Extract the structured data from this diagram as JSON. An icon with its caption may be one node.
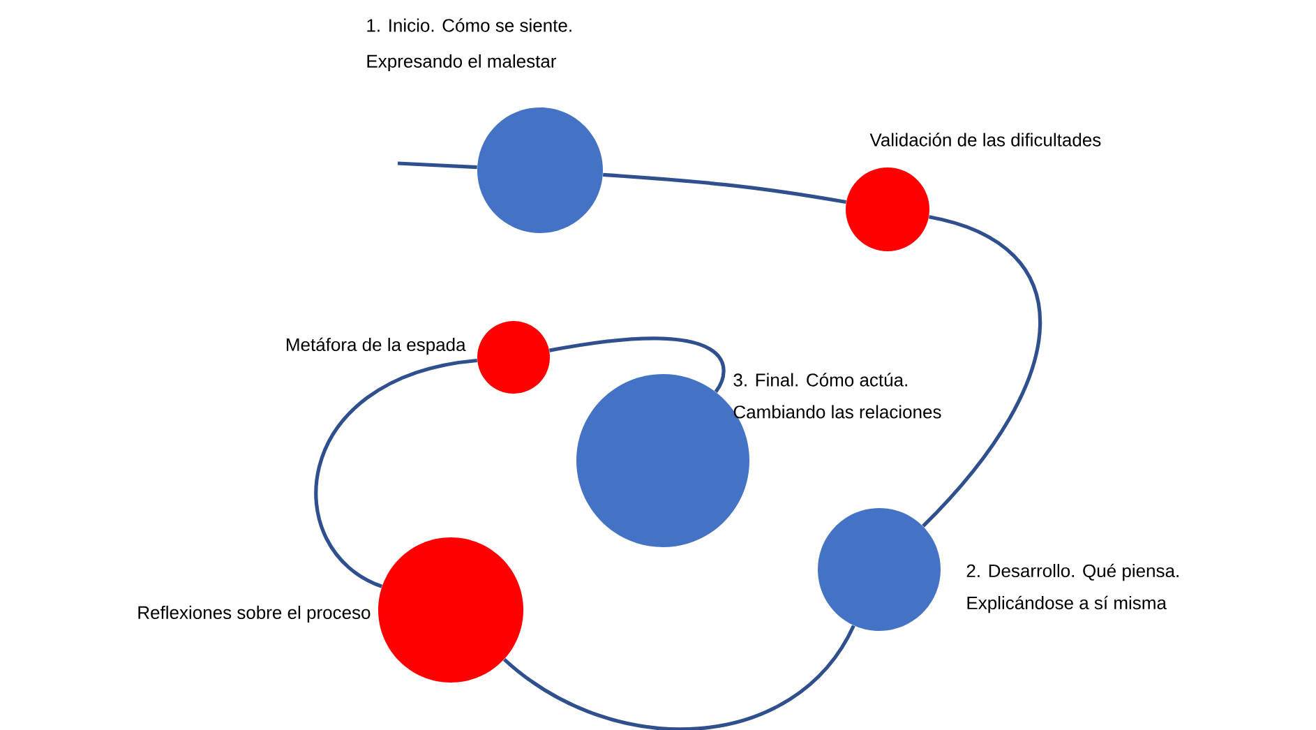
{
  "diagram": {
    "nodes": [
      {
        "text": [],
        "shape": "circle",
        "beside": [
          "1. Inicio. Cómo se siente.",
          "Expresando el malestar"
        ]
      },
      {
        "text": [],
        "shape": "circle",
        "beside": [
          "Validación de las dificultades"
        ]
      },
      {
        "text": [],
        "shape": "circle",
        "beside": [
          "Metáfora de la espada"
        ]
      },
      {
        "text": [],
        "shape": "circle",
        "beside": [
          "3. Final. Cómo actúa.",
          "Cambiando  las relaciones"
        ]
      },
      {
        "text": [],
        "shape": "circle",
        "beside": [
          "2. Desarrollo. Qué piensa.",
          "Explicándose a sí misma"
        ]
      },
      {
        "text": [],
        "shape": "circle",
        "beside": [
          "Reflexiones sobre el proceso"
        ]
      }
    ],
    "edges": [
      {
        "from": null,
        "to": 0,
        "arrow": "none"
      },
      {
        "from": 0,
        "to": 1,
        "arrow": "none"
      },
      {
        "from": 1,
        "to": 4,
        "arrow": "none"
      },
      {
        "from": 4,
        "to": 5,
        "arrow": "none"
      },
      {
        "from": 5,
        "to": 2,
        "arrow": "none"
      },
      {
        "from": 2,
        "to": 3,
        "arrow": "none"
      }
    ]
  }
}
